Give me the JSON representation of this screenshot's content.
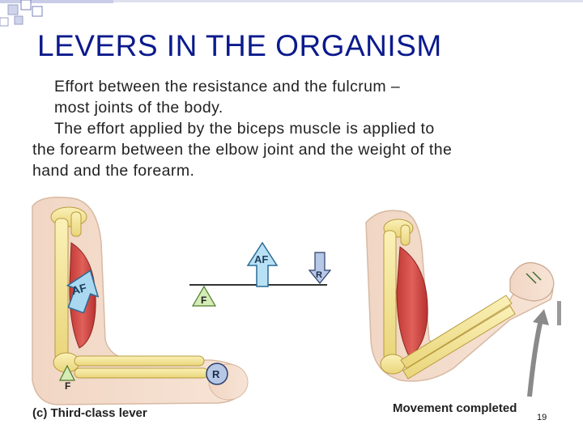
{
  "slide": {
    "title": "LEVERS IN THE ORGANISM",
    "paragraph1_line1": "Effort between the resistance and the fulcrum –",
    "paragraph1_line2": "most joints of the body.",
    "paragraph2_line1": "The effort applied by the biceps muscle is applied to",
    "paragraph2_line2": "the forearm between the elbow joint and the weight of the",
    "paragraph2_line3": "hand and the forearm.",
    "page_number": "19",
    "accent_color": "#0b1a8c"
  },
  "figure": {
    "caption_left": "(c) Third-class lever",
    "caption_right": "Movement completed",
    "labels": {
      "applied_force": "AF",
      "fulcrum": "F",
      "resistance": "R"
    }
  }
}
